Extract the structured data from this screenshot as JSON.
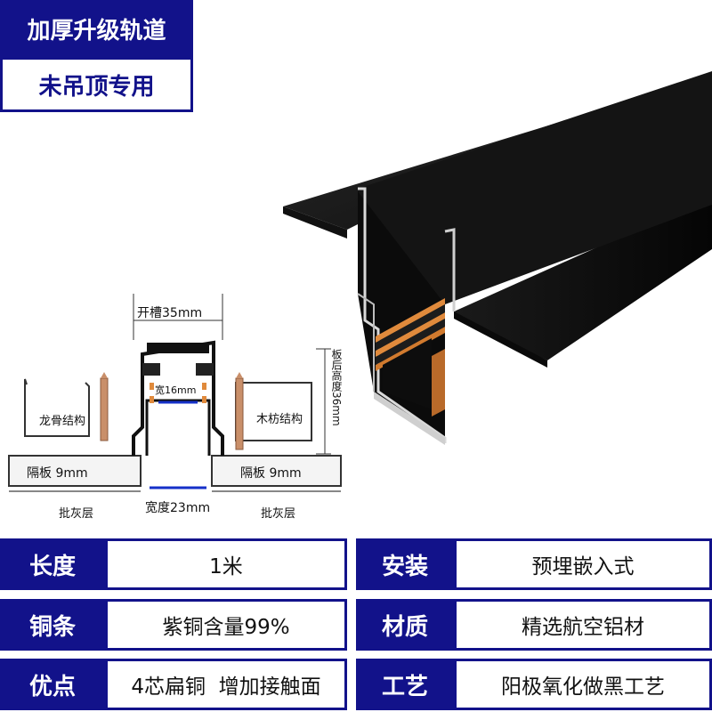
{
  "badge": {
    "top": "加厚升级轨道",
    "bottom": "未吊顶专用"
  },
  "diagram": {
    "slot_width": "开槽35mm",
    "inner_width": "宽16mm",
    "height_side": "板后高度36mm",
    "left_structure": "龙骨结构",
    "right_structure": "木枋结构",
    "left_board": "隔板 9mm",
    "right_board": "隔板 9mm",
    "bottom_width": "宽度23mm",
    "left_plaster": "批灰层",
    "right_plaster": "批灰层"
  },
  "specs": [
    {
      "label_l": "长度",
      "value_l": "1米",
      "label_r": "安装",
      "value_r": "预埋嵌入式"
    },
    {
      "label_l": "铜条",
      "value_l": "紫铜含量99%",
      "label_r": "材质",
      "value_r": "精选航空铝材"
    },
    {
      "label_l": "优点",
      "value_l": "4芯扁铜  增加接触面",
      "label_r": "工艺",
      "value_r": "阳极氧化做黑工艺"
    }
  ]
}
